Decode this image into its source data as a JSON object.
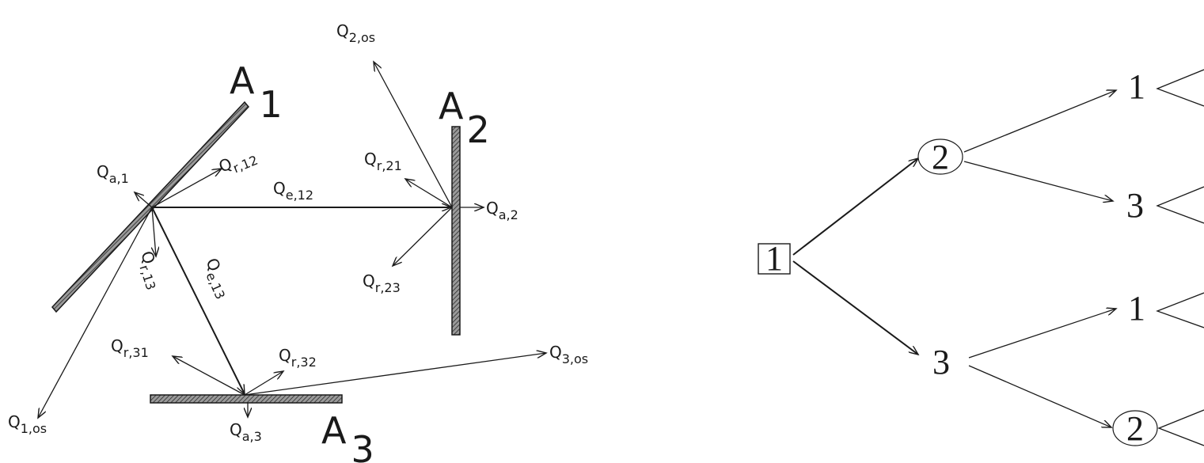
{
  "surfaces": {
    "a1": {
      "letter": "A",
      "index": "1"
    },
    "a2": {
      "letter": "A",
      "index": "2"
    },
    "a3": {
      "letter": "A",
      "index": "3"
    }
  },
  "fluxes": [
    {
      "id": "q1os",
      "sym": "Q",
      "sub": "1,os"
    },
    {
      "id": "q2os",
      "sym": "Q",
      "sub": "2,os"
    },
    {
      "id": "q3os",
      "sym": "Q",
      "sub": "3,os"
    },
    {
      "id": "qa1",
      "sym": "Q",
      "sub": "a,1"
    },
    {
      "id": "qa2",
      "sym": "Q",
      "sub": "a,2"
    },
    {
      "id": "qa3",
      "sym": "Q",
      "sub": "a,3"
    },
    {
      "id": "qr12",
      "sym": "Q",
      "sub": "r,12"
    },
    {
      "id": "qr13",
      "sym": "Q",
      "sub": "r,13"
    },
    {
      "id": "qr21",
      "sym": "Q",
      "sub": "r,21"
    },
    {
      "id": "qr23",
      "sym": "Q",
      "sub": "r,23"
    },
    {
      "id": "qr31",
      "sym": "Q",
      "sub": "r,31"
    },
    {
      "id": "qr32",
      "sym": "Q",
      "sub": "r,32"
    },
    {
      "id": "qe12",
      "sym": "Q",
      "sub": "e,12"
    },
    {
      "id": "qe13",
      "sym": "Q",
      "sub": "e,13"
    }
  ],
  "tree": {
    "root": "1",
    "level1": [
      "2",
      "3"
    ],
    "level2": [
      "1",
      "3",
      "1",
      "2"
    ]
  }
}
